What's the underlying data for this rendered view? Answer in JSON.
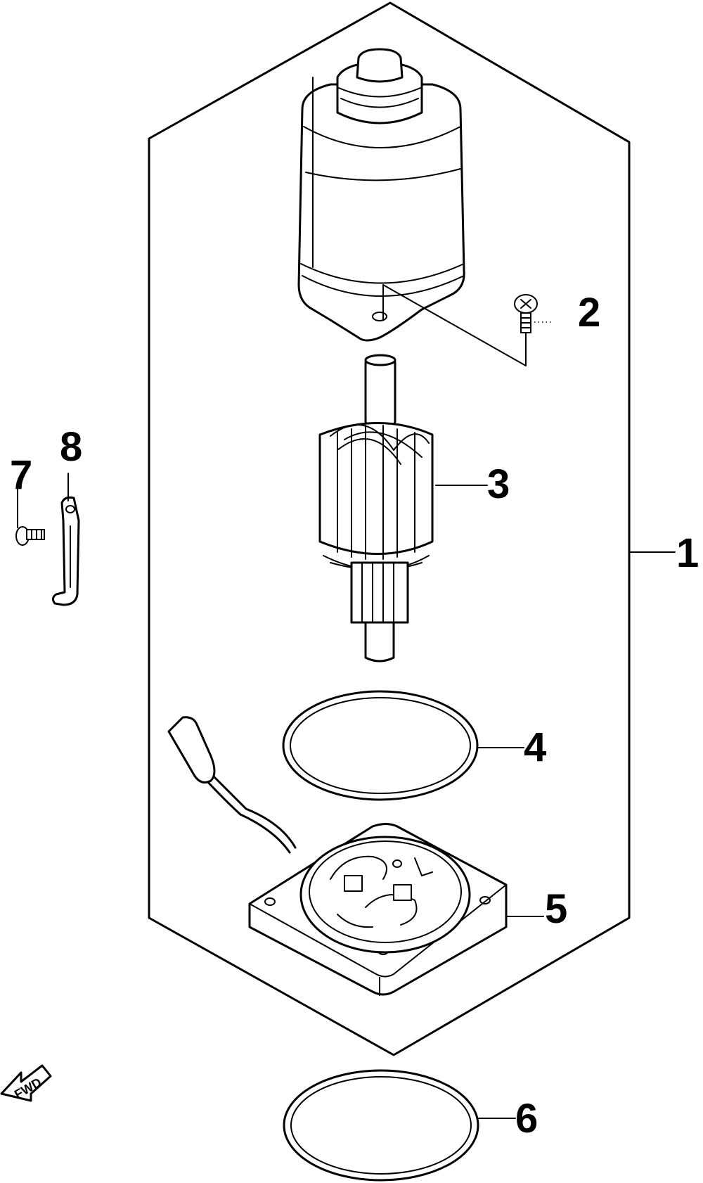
{
  "diagram": {
    "type": "exploded parts diagram",
    "callouts": [
      {
        "id": "1",
        "label": "1",
        "part": "assembly-outline"
      },
      {
        "id": "2",
        "label": "2",
        "part": "screw"
      },
      {
        "id": "3",
        "label": "3",
        "part": "armature"
      },
      {
        "id": "4",
        "label": "4",
        "part": "o-ring"
      },
      {
        "id": "5",
        "label": "5",
        "part": "brush-holder-base"
      },
      {
        "id": "6",
        "label": "6",
        "part": "o-ring"
      },
      {
        "id": "7",
        "label": "7",
        "part": "screw"
      },
      {
        "id": "8",
        "label": "8",
        "part": "bracket"
      }
    ],
    "fwd_label": "FWD",
    "colors": {
      "line": "#000000",
      "background": "#ffffff"
    }
  }
}
